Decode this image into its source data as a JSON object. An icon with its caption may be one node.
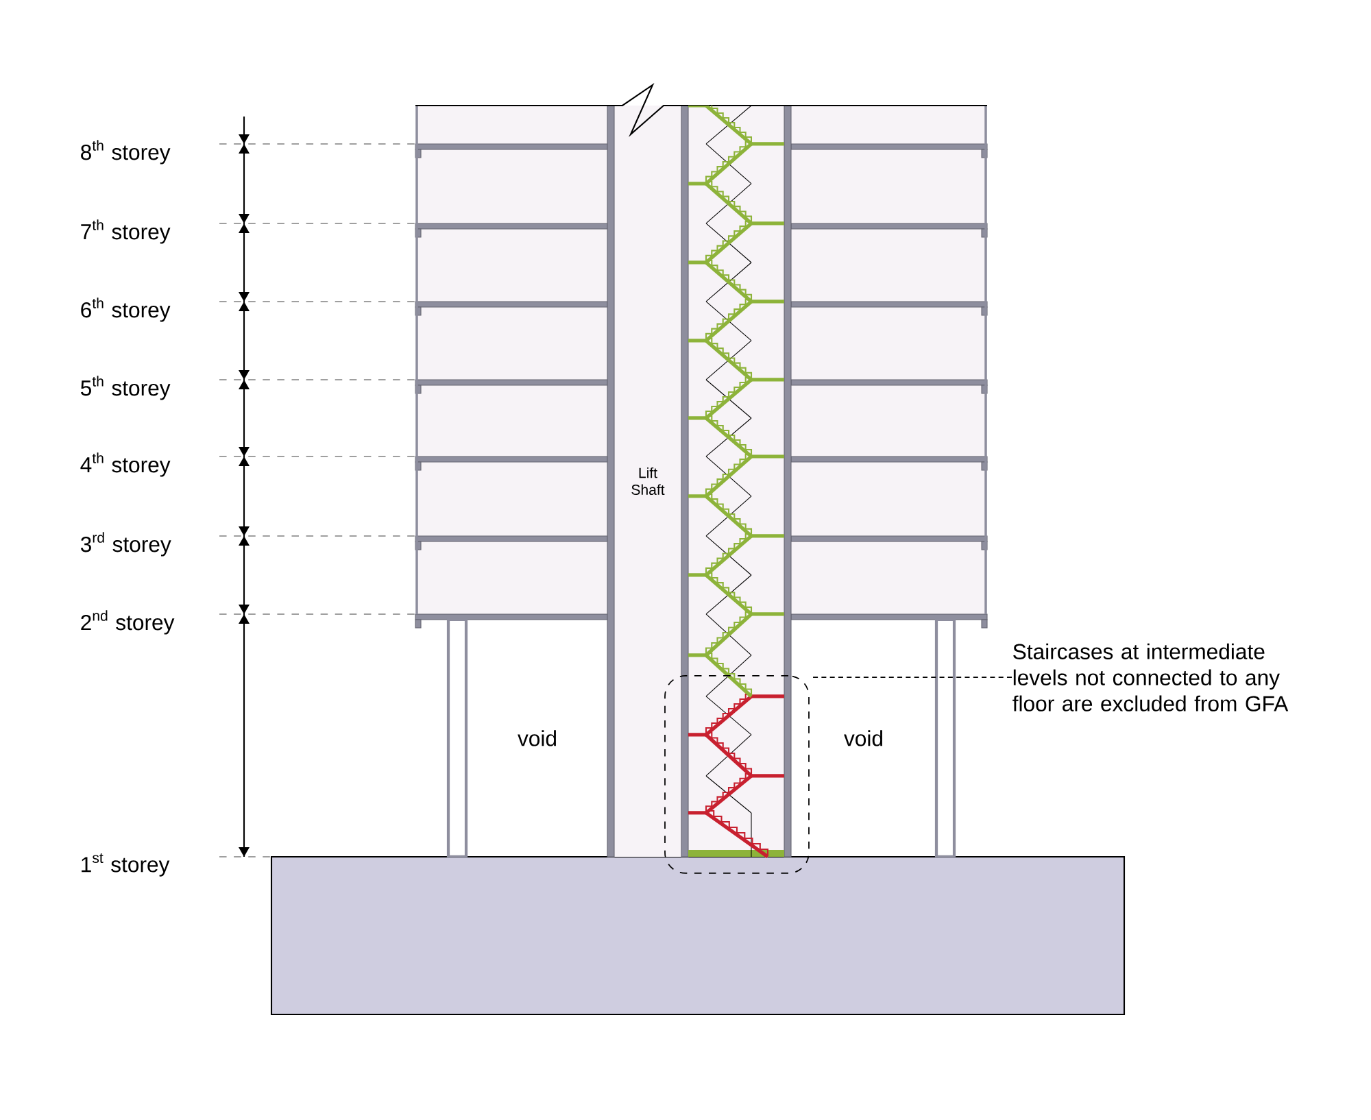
{
  "diagram": {
    "nodes": [
      {
        "text": [
          "Lift Shaft"
        ]
      },
      {
        "text": [
          "void"
        ]
      },
      {
        "text": [
          "void"
        ]
      },
      {
        "text": [],
        "shape": "box"
      },
      {
        "text": [
          "Staircases at intermediate levels not connected to any floor are excluded from GFA"
        ]
      }
    ],
    "edges": [
      {
        "from": 4,
        "to": 3,
        "arrow": "none",
        "style": "dashed"
      }
    ],
    "labels": [
      "8$^{th}$ storey",
      "7$^{th}$ storey",
      "6$^{th}$ storey",
      "5$^{th}$ storey",
      "4$^{th}$ storey",
      "3$^{rd}$ storey",
      "2$^{nd}$ storey",
      "1$^{st}$ storey"
    ]
  }
}
